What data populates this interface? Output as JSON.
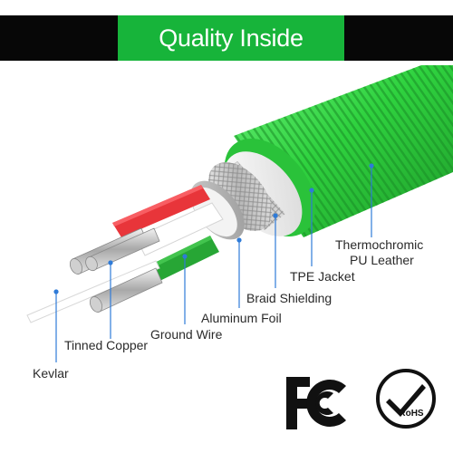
{
  "banner": {
    "title": "Quality Inside"
  },
  "labels": {
    "thermochromic_line1": "Thermochromic",
    "thermochromic_line2": "PU Leather",
    "tpe_jacket": "TPE Jacket",
    "braid_shielding": "Braid Shielding",
    "aluminum_foil": "Aluminum Foil",
    "ground_wire": "Ground Wire",
    "tinned_copper": "Tinned Copper",
    "kevlar": "Kevlar"
  },
  "logos": {
    "fcc": "FC",
    "rohs": "RoHS"
  },
  "colors": {
    "accent_green": "#17b43a",
    "cable_green": "#2fd23f",
    "banner_black": "#070707",
    "wire_red": "#e8353a",
    "wire_green": "#27a635"
  }
}
